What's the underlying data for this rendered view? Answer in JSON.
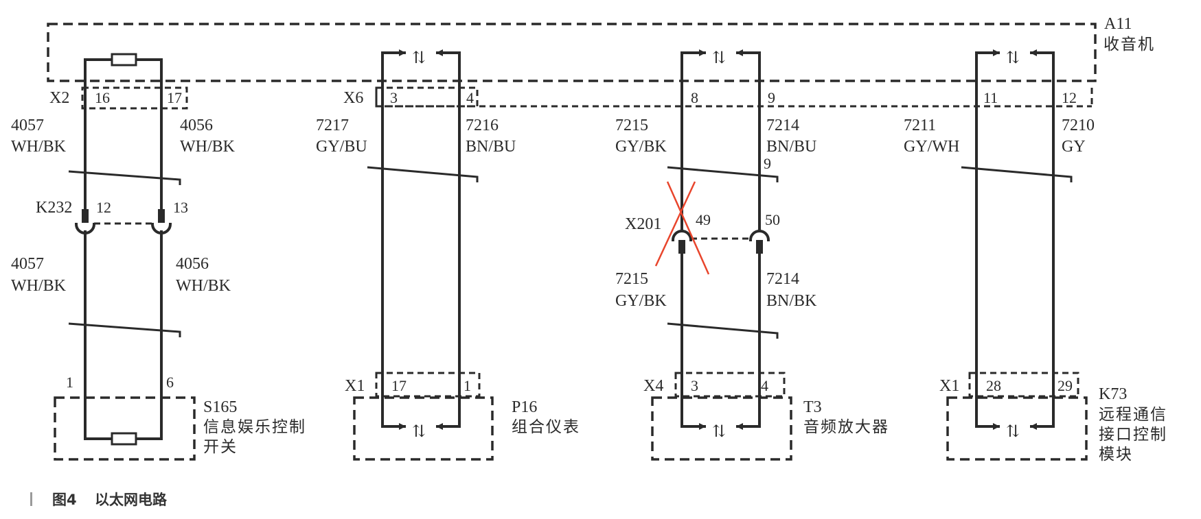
{
  "module_top": {
    "ref": "A11",
    "name": "收音机"
  },
  "switch": {
    "ref": "S165",
    "name_line1": "信息娱乐控制",
    "name_line2": "开关",
    "conn_top": "X2",
    "pin_top_left": "16",
    "pin_top_right": "17",
    "wire_left_upper_id": "4057",
    "wire_left_upper_color": "WH/BK",
    "wire_right_upper_id": "4056",
    "wire_right_upper_color": "WH/BK",
    "splice_ref": "K232",
    "splice_pin_left": "12",
    "splice_pin_right": "13",
    "wire_left_lower_id": "4057",
    "wire_left_lower_color": "WH/BK",
    "wire_right_lower_id": "4056",
    "wire_right_lower_color": "WH/BK",
    "pin_bottom_left": "1",
    "pin_bottom_right": "6"
  },
  "cluster": {
    "ref": "P16",
    "name": "组合仪表",
    "conn_top": "X6",
    "pin_top_left": "3",
    "pin_top_right": "4",
    "wire_left_id": "7217",
    "wire_left_color": "GY/BU",
    "wire_right_id": "7216",
    "wire_right_color": "BN/BU",
    "conn_bottom": "X1",
    "pin_bottom_left": "17",
    "pin_bottom_right": "1"
  },
  "amplifier": {
    "ref": "T3",
    "name": "音频放大器",
    "pin_top_left": "8",
    "pin_top_right": "9",
    "wire_left_upper_id": "7215",
    "wire_left_upper_color": "GY/BK",
    "wire_right_upper_id": "7214",
    "wire_right_upper_color": "BN/BU",
    "wire_right_upper_extra": "9",
    "splice_ref": "X201",
    "splice_pin_left": "49",
    "splice_pin_right": "50",
    "wire_left_lower_id": "7215",
    "wire_left_lower_color": "GY/BK",
    "wire_right_lower_id": "7214",
    "wire_right_lower_color": "BN/BK",
    "conn_bottom": "X4",
    "pin_bottom_left": "3",
    "pin_bottom_right": "4",
    "cross_color": "#e8452c"
  },
  "telematics": {
    "ref": "K73",
    "name_line1": "远程通信",
    "name_line2": "接口控制",
    "name_line3": "模块",
    "pin_top_left": "11",
    "pin_top_right": "12",
    "wire_left_id": "7211",
    "wire_left_color": "GY/WH",
    "wire_right_id": "7210",
    "wire_right_color": "GY",
    "conn_bottom": "X1",
    "pin_bottom_left": "28",
    "pin_bottom_right": "29"
  },
  "caption": {
    "figure": "图4",
    "title": "以太网电路"
  },
  "colors": {
    "ink": "#2a2a2a",
    "background": "#ffffff",
    "cross": "#e8452c"
  }
}
